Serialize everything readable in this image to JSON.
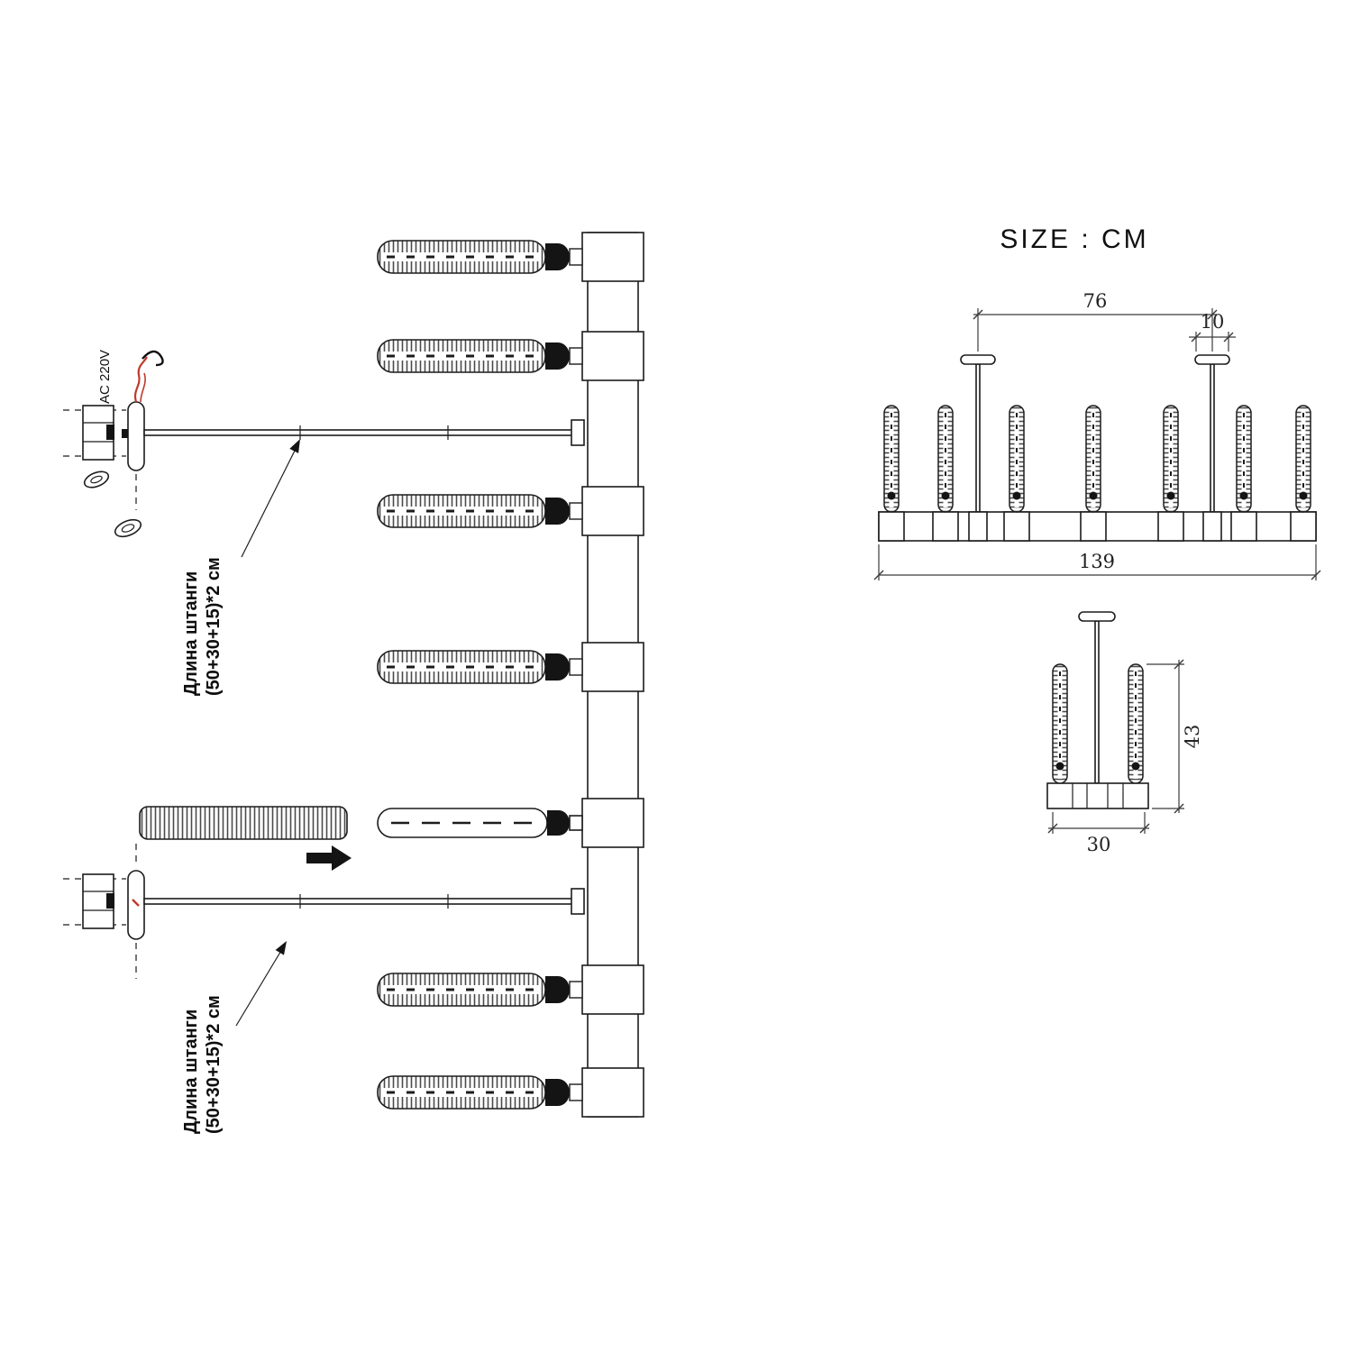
{
  "title": "SIZE : CM",
  "assembly": {
    "power_label": "AC 220V",
    "rod_label_line1": "Длина штанги",
    "rod_label_line2": "(50+30+15)*2 см"
  },
  "dimensions": {
    "hanger_span": "76",
    "canopy_width": "10",
    "total_width": "139",
    "height": "43",
    "depth": "30"
  },
  "colors": {
    "line": "#1c1c1c",
    "wire": "#c0392b",
    "background": "#ffffff"
  }
}
